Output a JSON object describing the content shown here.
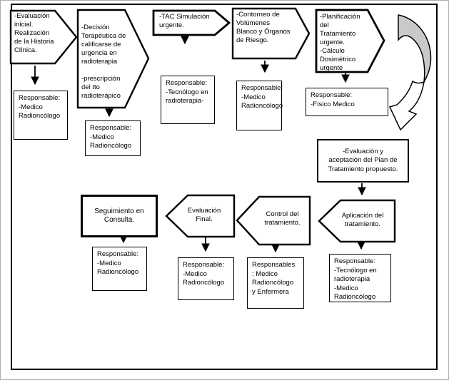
{
  "flowchart": {
    "steps": {
      "evaluacion_inicial": "-Evaluación\ninicial.\nRealización\nde la Historia\nClínica.",
      "decision_terapeutica": "-Decisión\nTerapéutica de\ncalificarse de\nurgencia en\nradioterapia\n\n-prescripción\ndel tto\nradioterápico",
      "tac_simulacion": "-TAC Simulación\nurgente.",
      "contorneo": "-Contorneo de\nVolúmenes\nBlanco y Órganos\nde Riesgo.",
      "planificacion": "-Planificación\ndel\nTratamiento\nurgente.\n-Cálculo\nDosimétrico\nurgente",
      "evaluacion_aceptacion": "-Evaluación y\naceptación del Plan de\nTratamiento propuesto.",
      "aplicacion": "Aplicación del\ntratamiento.",
      "control": "Control del\ntratamiento.",
      "evaluacion_final": "Evaluación\nFinal.",
      "seguimiento": "Seguimiento en\nConsulta."
    },
    "responsables": {
      "r1": "Responsable:\n-Medico\nRadioncólogo",
      "r2": "Responsable:\n-Medico\nRadioncólogo",
      "r3": "Responsable:\n-Tecnólogo en\nradioterapia-",
      "r4": "Responsable:\n-Medico\nRadioncólogo",
      "r5": "Responsable:\n-Físico Medico",
      "r_aplicacion": "Responsable:\n-Tecnólogo en\nradioterapia\n-Medico\nRadioncólogo",
      "r_control": "Responsables\n: Medico\nRadioncólogo\ny Enfermera",
      "r_evaluacion_final": "Responsable:\n-Medico\nRadioncólogo",
      "r_seguimiento": "Responsable:\n-Medico\nRadioncólogo"
    },
    "colors": {
      "stroke": "#000000",
      "shape_fill": "#ffffff",
      "curved_arrow_fill": "#c9c9c9"
    }
  }
}
